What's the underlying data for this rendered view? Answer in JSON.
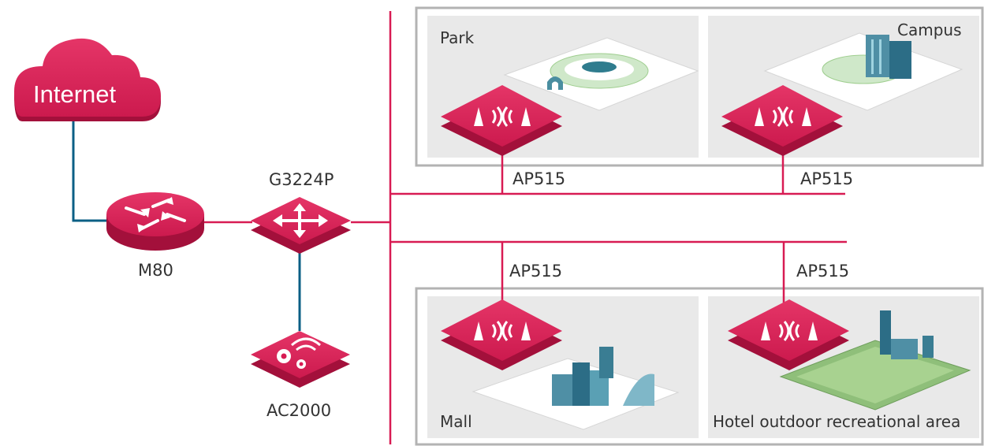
{
  "colors": {
    "accent": "#d81b53",
    "accent_dark": "#a3103b",
    "link_blue": "#0b5f85",
    "scene_bg": "#e9e9e9",
    "panel_border": "#b3b3b3"
  },
  "internet": {
    "label": "Internet",
    "icon": "cloud-icon"
  },
  "router": {
    "label": "M80",
    "icon": "router-arrows-icon"
  },
  "switch": {
    "label": "G3224P",
    "icon": "switch-arrows-icon"
  },
  "controller": {
    "label": "AC2000",
    "icon": "wifi-gears-icon"
  },
  "scenes": [
    {
      "name": "Park",
      "ap_label": "AP515"
    },
    {
      "name": "Campus",
      "ap_label": "AP515"
    },
    {
      "name": "Mall",
      "ap_label": "AP515"
    },
    {
      "name": "Hotel outdoor recreational area",
      "ap_label": "AP515"
    }
  ]
}
